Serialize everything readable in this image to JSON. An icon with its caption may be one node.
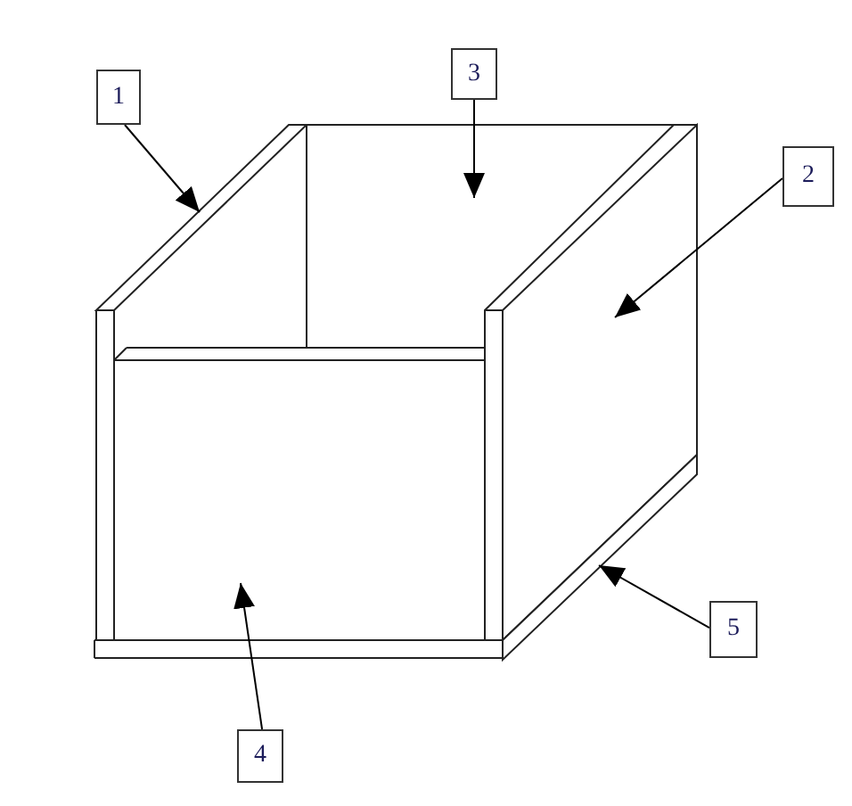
{
  "diagram": {
    "nodes": [
      {
        "text": [
          "1"
        ]
      },
      {
        "text": [
          "3"
        ]
      },
      {
        "text": [
          "2"
        ]
      },
      {
        "text": [
          "5"
        ]
      },
      {
        "text": [
          "4"
        ]
      },
      {
        "text": [],
        "shape": "bar"
      },
      {
        "text": [],
        "shape": "panel"
      },
      {
        "text": [],
        "shape": "panel"
      },
      {
        "text": [],
        "shape": "bar"
      },
      {
        "text": [],
        "shape": "panel"
      }
    ],
    "edges": [
      {
        "from": 0,
        "to": 5,
        "arrow": "to"
      },
      {
        "from": 1,
        "to": 6,
        "arrow": "to"
      },
      {
        "from": 2,
        "to": 7,
        "arrow": "to"
      },
      {
        "from": 3,
        "to": 8,
        "arrow": "to"
      },
      {
        "from": 4,
        "to": 9,
        "arrow": "to"
      }
    ]
  }
}
